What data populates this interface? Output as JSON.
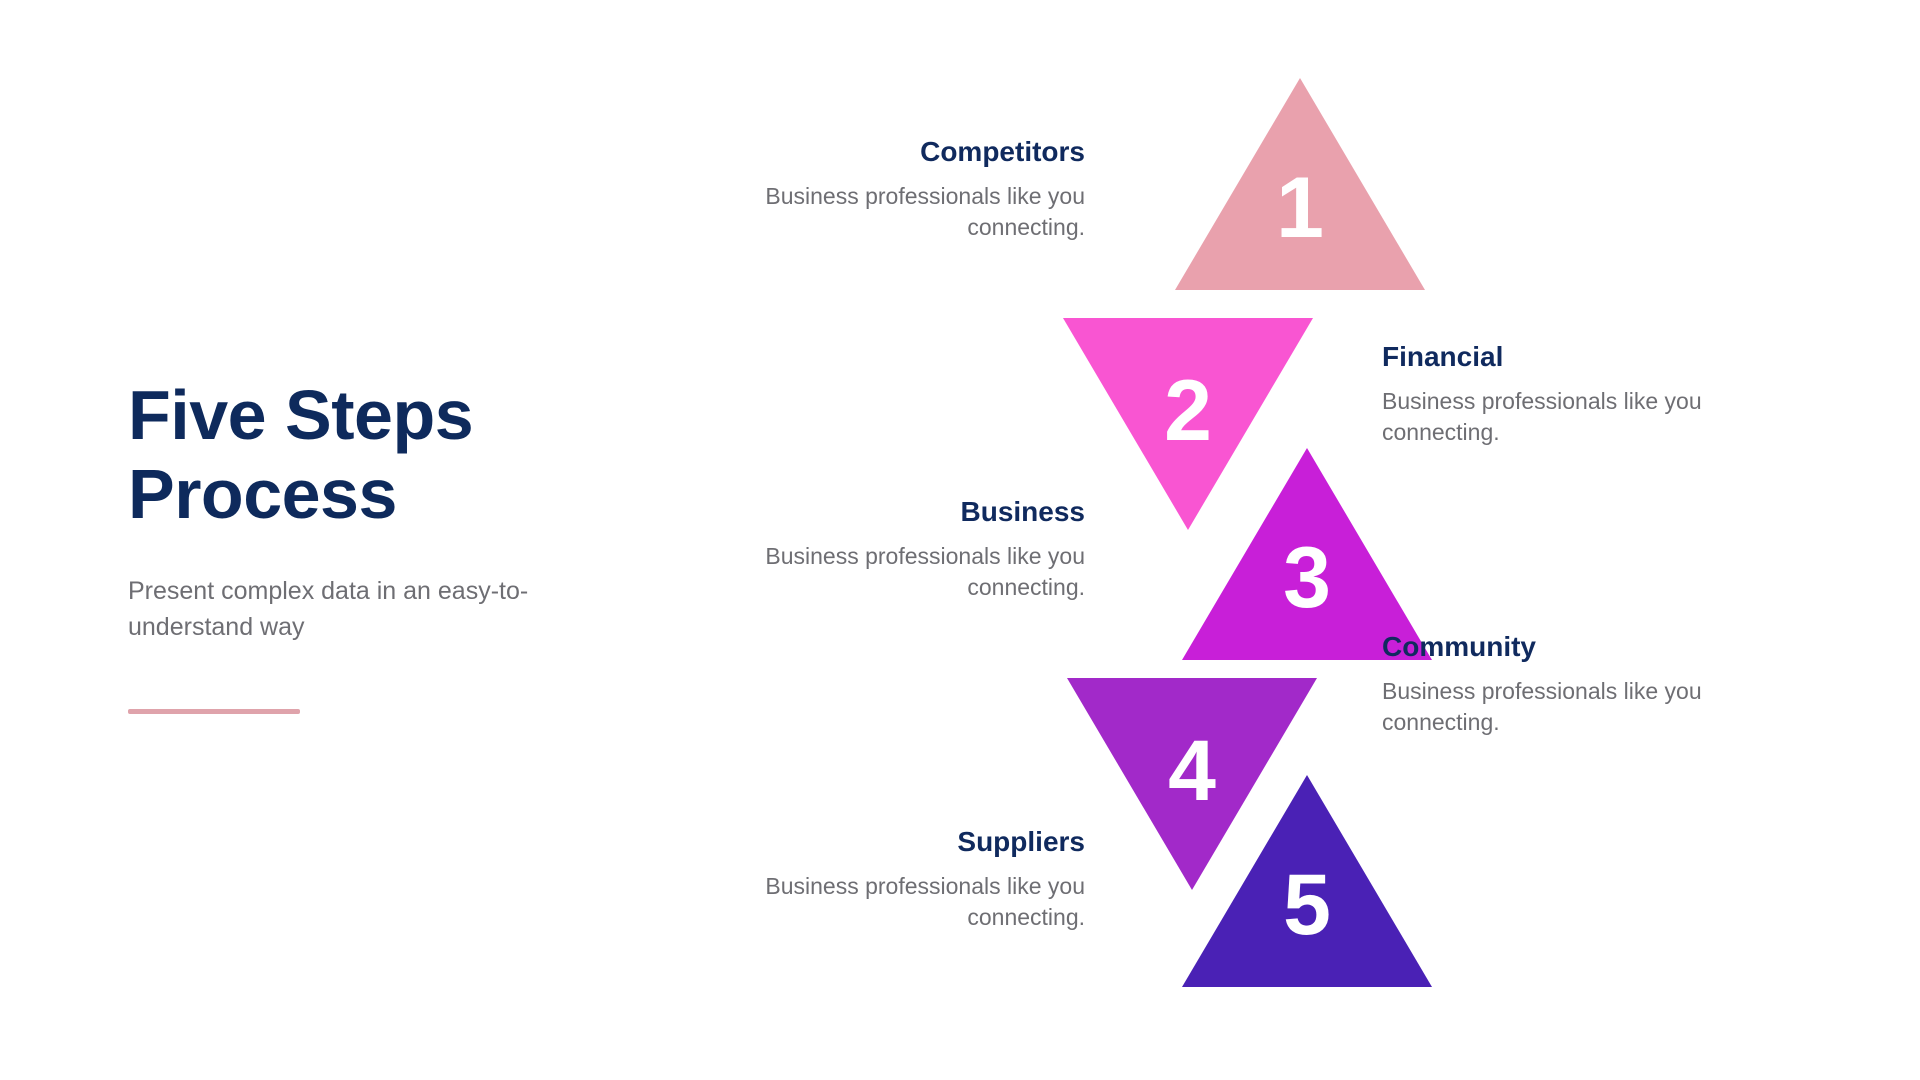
{
  "intro": {
    "title": "Five Steps\nProcess",
    "subtitle": "Present complex data in an easy-to-understand way",
    "rule_color": "#dfa3ab"
  },
  "palette": {
    "navy": "#102a5e",
    "body_gray": "#6e6e73",
    "numeral": "#ffffff",
    "background": "#ffffff"
  },
  "steps": [
    {
      "number": "1",
      "title": "Competitors",
      "description": "Business professionals like you connecting.",
      "color": "#e9a1ad",
      "direction": "up",
      "text_side": "left"
    },
    {
      "number": "2",
      "title": "Financial",
      "description": "Business professionals like you connecting.",
      "color": "#f955d2",
      "direction": "down",
      "text_side": "right"
    },
    {
      "number": "3",
      "title": "Business",
      "description": "Business professionals like you connecting.",
      "color": "#c81fd8",
      "direction": "up",
      "text_side": "left"
    },
    {
      "number": "4",
      "title": "Suppliers",
      "description": "Business professionals like you connecting.",
      "color": "#a229c9",
      "direction": "down",
      "text_side": "left"
    },
    {
      "number": "5",
      "title": "Community",
      "description": "Business professionals like you connecting.",
      "color": "#4a21b5",
      "direction": "up",
      "text_side": "right"
    }
  ]
}
